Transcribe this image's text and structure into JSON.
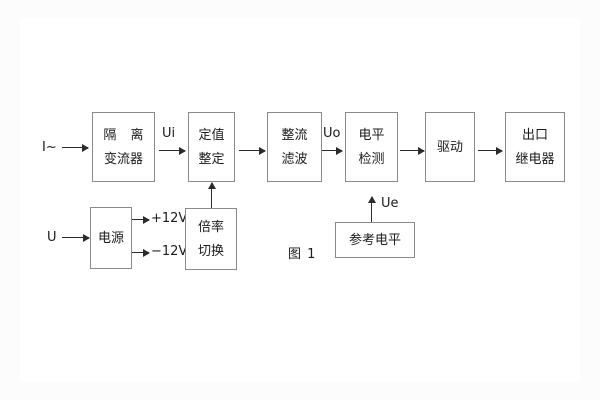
{
  "diagram": {
    "caption": "图 1",
    "input_labels": {
      "current": "I~",
      "voltage": "U"
    },
    "signal_labels": {
      "ui": "Ui",
      "uo": "Uo",
      "ue": "Ue",
      "pos12v": "+12V",
      "neg12v": "−12V"
    },
    "blocks": [
      {
        "id": "isolation-transformer",
        "line1": "隔 离",
        "line2": "变流器"
      },
      {
        "id": "setting-value",
        "line1": "定值",
        "line2": "整定"
      },
      {
        "id": "rectify-filter",
        "line1": "整流",
        "line2": "滤波"
      },
      {
        "id": "level-detection",
        "line1": "电平",
        "line2": "检测"
      },
      {
        "id": "drive",
        "line1": "驱动",
        "line2": ""
      },
      {
        "id": "output-relay",
        "line1": "出口",
        "line2": "继电器"
      },
      {
        "id": "power-supply",
        "line1": "电源",
        "line2": ""
      },
      {
        "id": "ratio-switch",
        "line1": "倍率",
        "line2": "切换"
      },
      {
        "id": "reference-level",
        "line1": "参考电平",
        "line2": ""
      }
    ]
  },
  "colors": {
    "box_border": "#8a8a8a",
    "line": "#2b2b2b",
    "text": "#1b1b1b",
    "page_bg": "#fcfcfc",
    "plate_bg": "#ffffff"
  }
}
